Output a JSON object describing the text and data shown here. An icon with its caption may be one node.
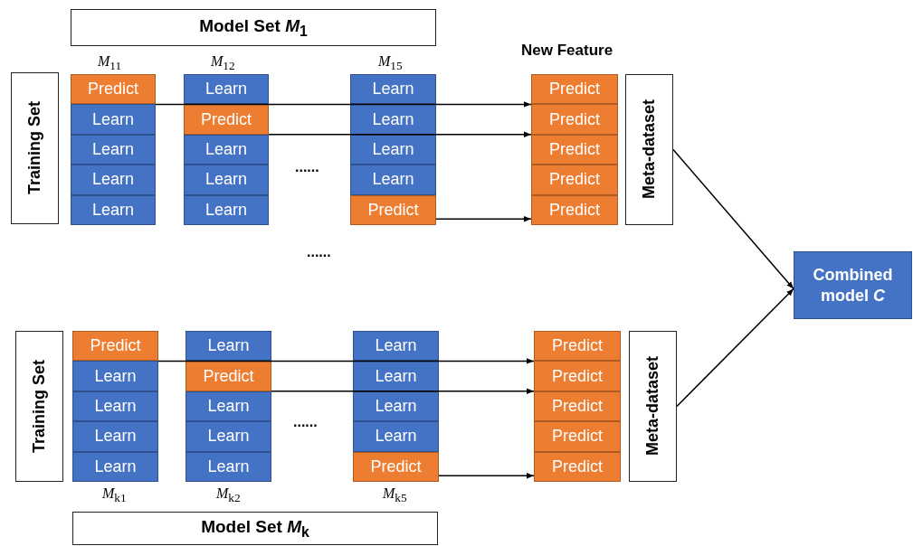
{
  "diagram": {
    "nodes": [
      {
        "text": [
          "Model Set *M*$_{1}$"
        ]
      },
      {
        "text": [
          "Training Set"
        ]
      },
      {
        "text": [
          "Predict"
        ]
      },
      {
        "text": [
          "Learn"
        ]
      },
      {
        "text": [
          "Learn"
        ]
      },
      {
        "text": [
          "Learn"
        ]
      },
      {
        "text": [
          "Learn"
        ]
      },
      {
        "text": [
          "Learn"
        ]
      },
      {
        "text": [
          "Predict"
        ]
      },
      {
        "text": [
          "Learn"
        ]
      },
      {
        "text": [
          "Learn"
        ]
      },
      {
        "text": [
          "Learn"
        ]
      },
      {
        "text": [
          "Learn"
        ]
      },
      {
        "text": [
          "Learn"
        ]
      },
      {
        "text": [
          "Learn"
        ]
      },
      {
        "text": [
          "Learn"
        ]
      },
      {
        "text": [
          "Predict"
        ]
      },
      {
        "text": [
          "Predict"
        ]
      },
      {
        "text": [
          "Predict"
        ]
      },
      {
        "text": [
          "Predict"
        ]
      },
      {
        "text": [
          "Predict"
        ]
      },
      {
        "text": [
          "Predict"
        ]
      },
      {
        "text": [
          "Meta-dataset"
        ]
      },
      {
        "text": [
          "Combined model *C*"
        ]
      },
      {
        "text": [
          "Training Set"
        ]
      },
      {
        "text": [
          "Predict"
        ]
      },
      {
        "text": [
          "Learn"
        ]
      },
      {
        "text": [
          "Learn"
        ]
      },
      {
        "text": [
          "Learn"
        ]
      },
      {
        "text": [
          "Learn"
        ]
      },
      {
        "text": [
          "Learn"
        ]
      },
      {
        "text": [
          "Predict"
        ]
      },
      {
        "text": [
          "Learn"
        ]
      },
      {
        "text": [
          "Learn"
        ]
      },
      {
        "text": [
          "Learn"
        ]
      },
      {
        "text": [
          "Learn"
        ]
      },
      {
        "text": [
          "Learn"
        ]
      },
      {
        "text": [
          "Learn"
        ]
      },
      {
        "text": [
          "Learn"
        ]
      },
      {
        "text": [
          "Predict"
        ]
      },
      {
        "text": [
          "Predict"
        ]
      },
      {
        "text": [
          "Predict"
        ]
      },
      {
        "text": [
          "Predict"
        ]
      },
      {
        "text": [
          "Predict"
        ]
      },
      {
        "text": [
          "Predict"
        ]
      },
      {
        "text": [
          "Meta-dataset"
        ]
      },
      {
        "text": [
          "Model Set *M*$_{k}$"
        ]
      }
    ],
    "edges": [
      {
        "from": 2,
        "to": 17,
        "arrow": "to"
      },
      {
        "from": 8,
        "to": 18,
        "arrow": "to"
      },
      {
        "from": 16,
        "to": 21,
        "arrow": "to"
      },
      {
        "from": 22,
        "to": 23,
        "arrow": "to"
      },
      {
        "from": 25,
        "to": 40,
        "arrow": "to"
      },
      {
        "from": 31,
        "to": 41,
        "arrow": "to"
      },
      {
        "from": 39,
        "to": 44,
        "arrow": "to"
      },
      {
        "from": 45,
        "to": 23,
        "arrow": "to"
      }
    ],
    "labels": [
      "*M*$_{11}$",
      "*M*$_{12}$",
      "*M*$_{15}$",
      "New Feature",
      "......",
      "......",
      "......",
      "*M*$_{k1}$",
      "*M*$_{k2}$",
      "*M*$_{k5}$"
    ]
  }
}
